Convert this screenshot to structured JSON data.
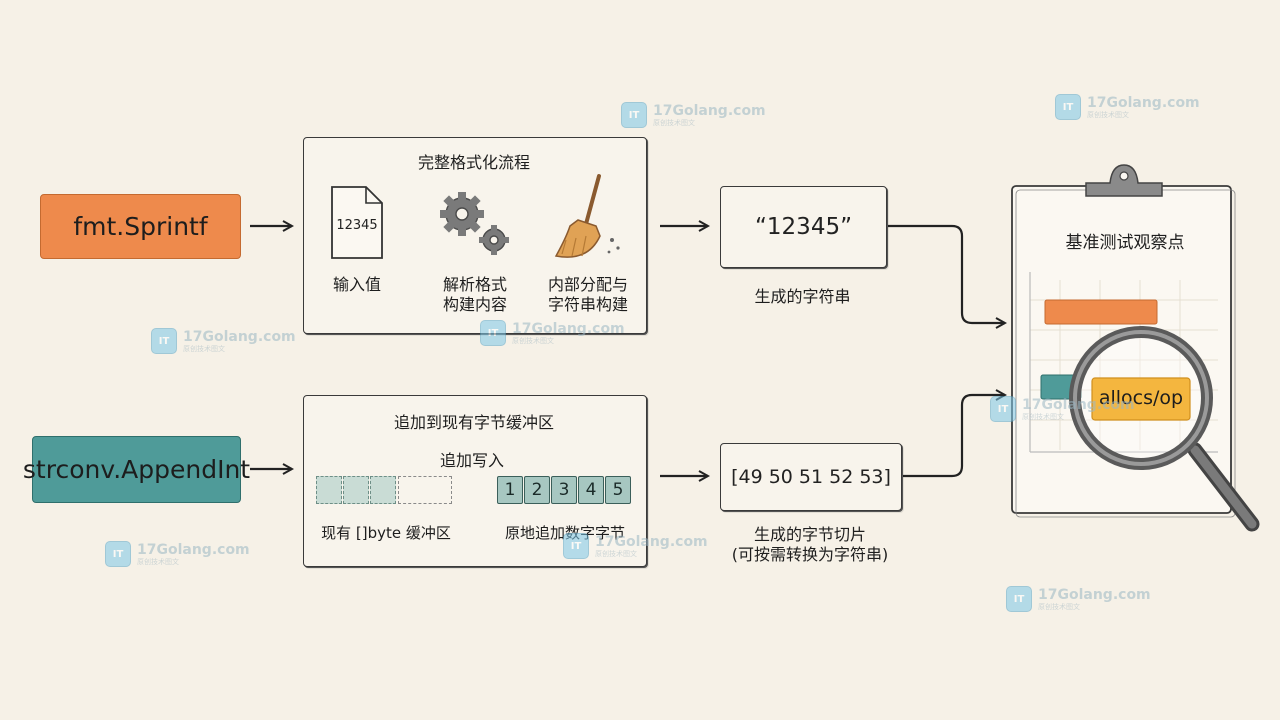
{
  "row1": {
    "func": "fmt.Sprintf",
    "func_color": "#ee8a4c",
    "box_title": "完整格式化流程",
    "doc_value": "12345",
    "step1": "输入值",
    "step2_l1": "解析格式",
    "step2_l2": "构建内容",
    "step3_l1": "内部分配与",
    "step3_l2": "字符串构建",
    "result": "“12345”",
    "result_caption": "生成的字符串"
  },
  "row2": {
    "func": "strconv.AppendInt",
    "func_color": "#4f9b99",
    "box_title": "追加到现有字节缓冲区",
    "append_label": "追加写入",
    "digits": [
      "1",
      "2",
      "3",
      "4",
      "5"
    ],
    "old_label": "现有 []byte 缓冲区",
    "new_label": "原地追加数字字节",
    "result": "[49 50 51 52 53]",
    "result_caption_l1": "生成的字节切片",
    "result_caption_l2": "(可按需转换为字符串)"
  },
  "benchmark": {
    "title": "基准测试观察点",
    "lens_label": "allocs/op",
    "bar1_color": "#ee8a4c",
    "bar2_color": "#4f9b99",
    "lens_color": "#f4b63f"
  },
  "watermark": {
    "logo": "IT",
    "text": "17Golang.com",
    "sub": "原创技术图文"
  },
  "icons": [
    "document-icon",
    "gears-icon",
    "broom-icon",
    "clipboard-icon",
    "magnifier-icon"
  ]
}
